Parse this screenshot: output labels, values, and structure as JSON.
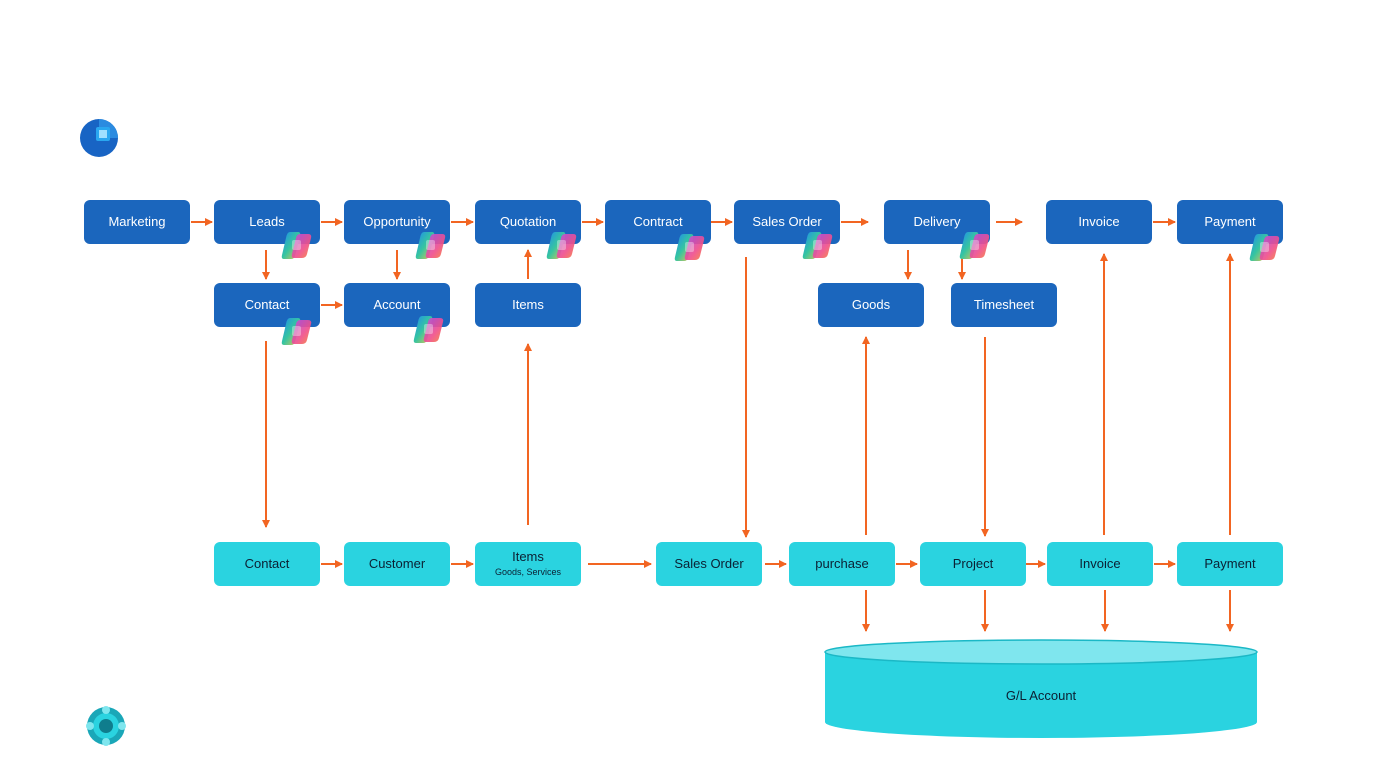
{
  "colors": {
    "crm_box": "#1b66bd",
    "erp_box": "#2ad3e0",
    "arrow": "#f26522",
    "database": "#2ad3e0",
    "database_top": "#7fe6ee"
  },
  "icons": {
    "top_brand": "dynamics-365-sales-icon",
    "bottom_brand": "dynamics-365-business-central-icon",
    "ai_badge": "copilot-icon"
  },
  "crm": {
    "marketing": "Marketing",
    "leads": "Leads",
    "opportunity": "Opportunity",
    "quotation": "Quotation",
    "contract": "Contract",
    "sales_order": "Sales Order",
    "delivery": "Delivery",
    "invoice": "Invoice",
    "payment": "Payment",
    "contact": "Contact",
    "account": "Account",
    "items": "Items",
    "goods": "Goods",
    "timesheet": "Timesheet"
  },
  "erp": {
    "contact": "Contact",
    "customer": "Customer",
    "items": "Items",
    "items_sub": "Goods, Services",
    "sales_order": "Sales Order",
    "purchase": "purchase",
    "project": "Project",
    "invoice": "Invoice",
    "payment": "Payment"
  },
  "ledger": {
    "label": "G/L Account"
  }
}
